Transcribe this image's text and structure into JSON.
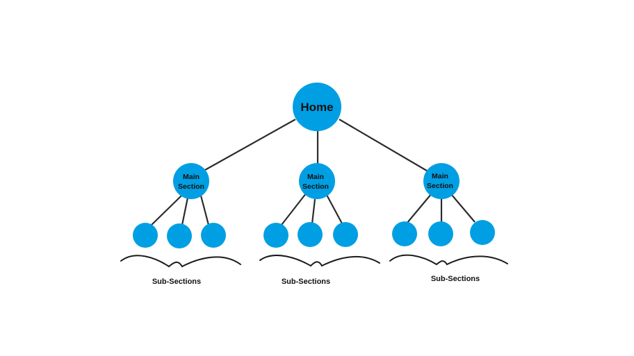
{
  "colors": {
    "node_fill": "#009FE3",
    "edge": "#2b2b2b",
    "text": "#111111",
    "background": "#ffffff"
  },
  "root": {
    "label": "Home"
  },
  "sections": [
    {
      "label_line1": "Main",
      "label_line2": "Section",
      "children": 3,
      "caption": "Sub-Sections"
    },
    {
      "label_line1": "Main",
      "label_line2": "Section",
      "children": 3,
      "caption": "Sub-Sections"
    },
    {
      "label_line1": "Main",
      "label_line2": "Section",
      "children": 3,
      "caption": "Sub-Sections"
    }
  ]
}
